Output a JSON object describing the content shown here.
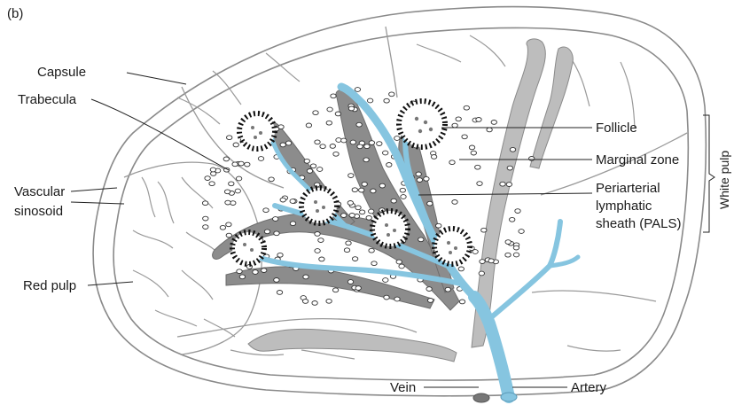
{
  "panel_label": "(b)",
  "labels": {
    "capsule": "Capsule",
    "trabecula": "Trabecula",
    "vascular_line1": "Vascular",
    "vascular_line2": "sinosoid",
    "red_pulp": "Red pulp",
    "follicle": "Follicle",
    "marginal_zone": "Marginal zone",
    "pals_line1": "Periarterial",
    "pals_line2": "lymphatic",
    "pals_line3": "sheath (PALS)",
    "white_pulp": "White pulp",
    "vein": "Vein",
    "artery": "Artery"
  },
  "colors": {
    "artery": "#86c5e0",
    "trabecula": "#bdbdbd",
    "pals": "#8c8c8c",
    "outline": "#8a8a8a",
    "follicle_ring": "#111111"
  }
}
